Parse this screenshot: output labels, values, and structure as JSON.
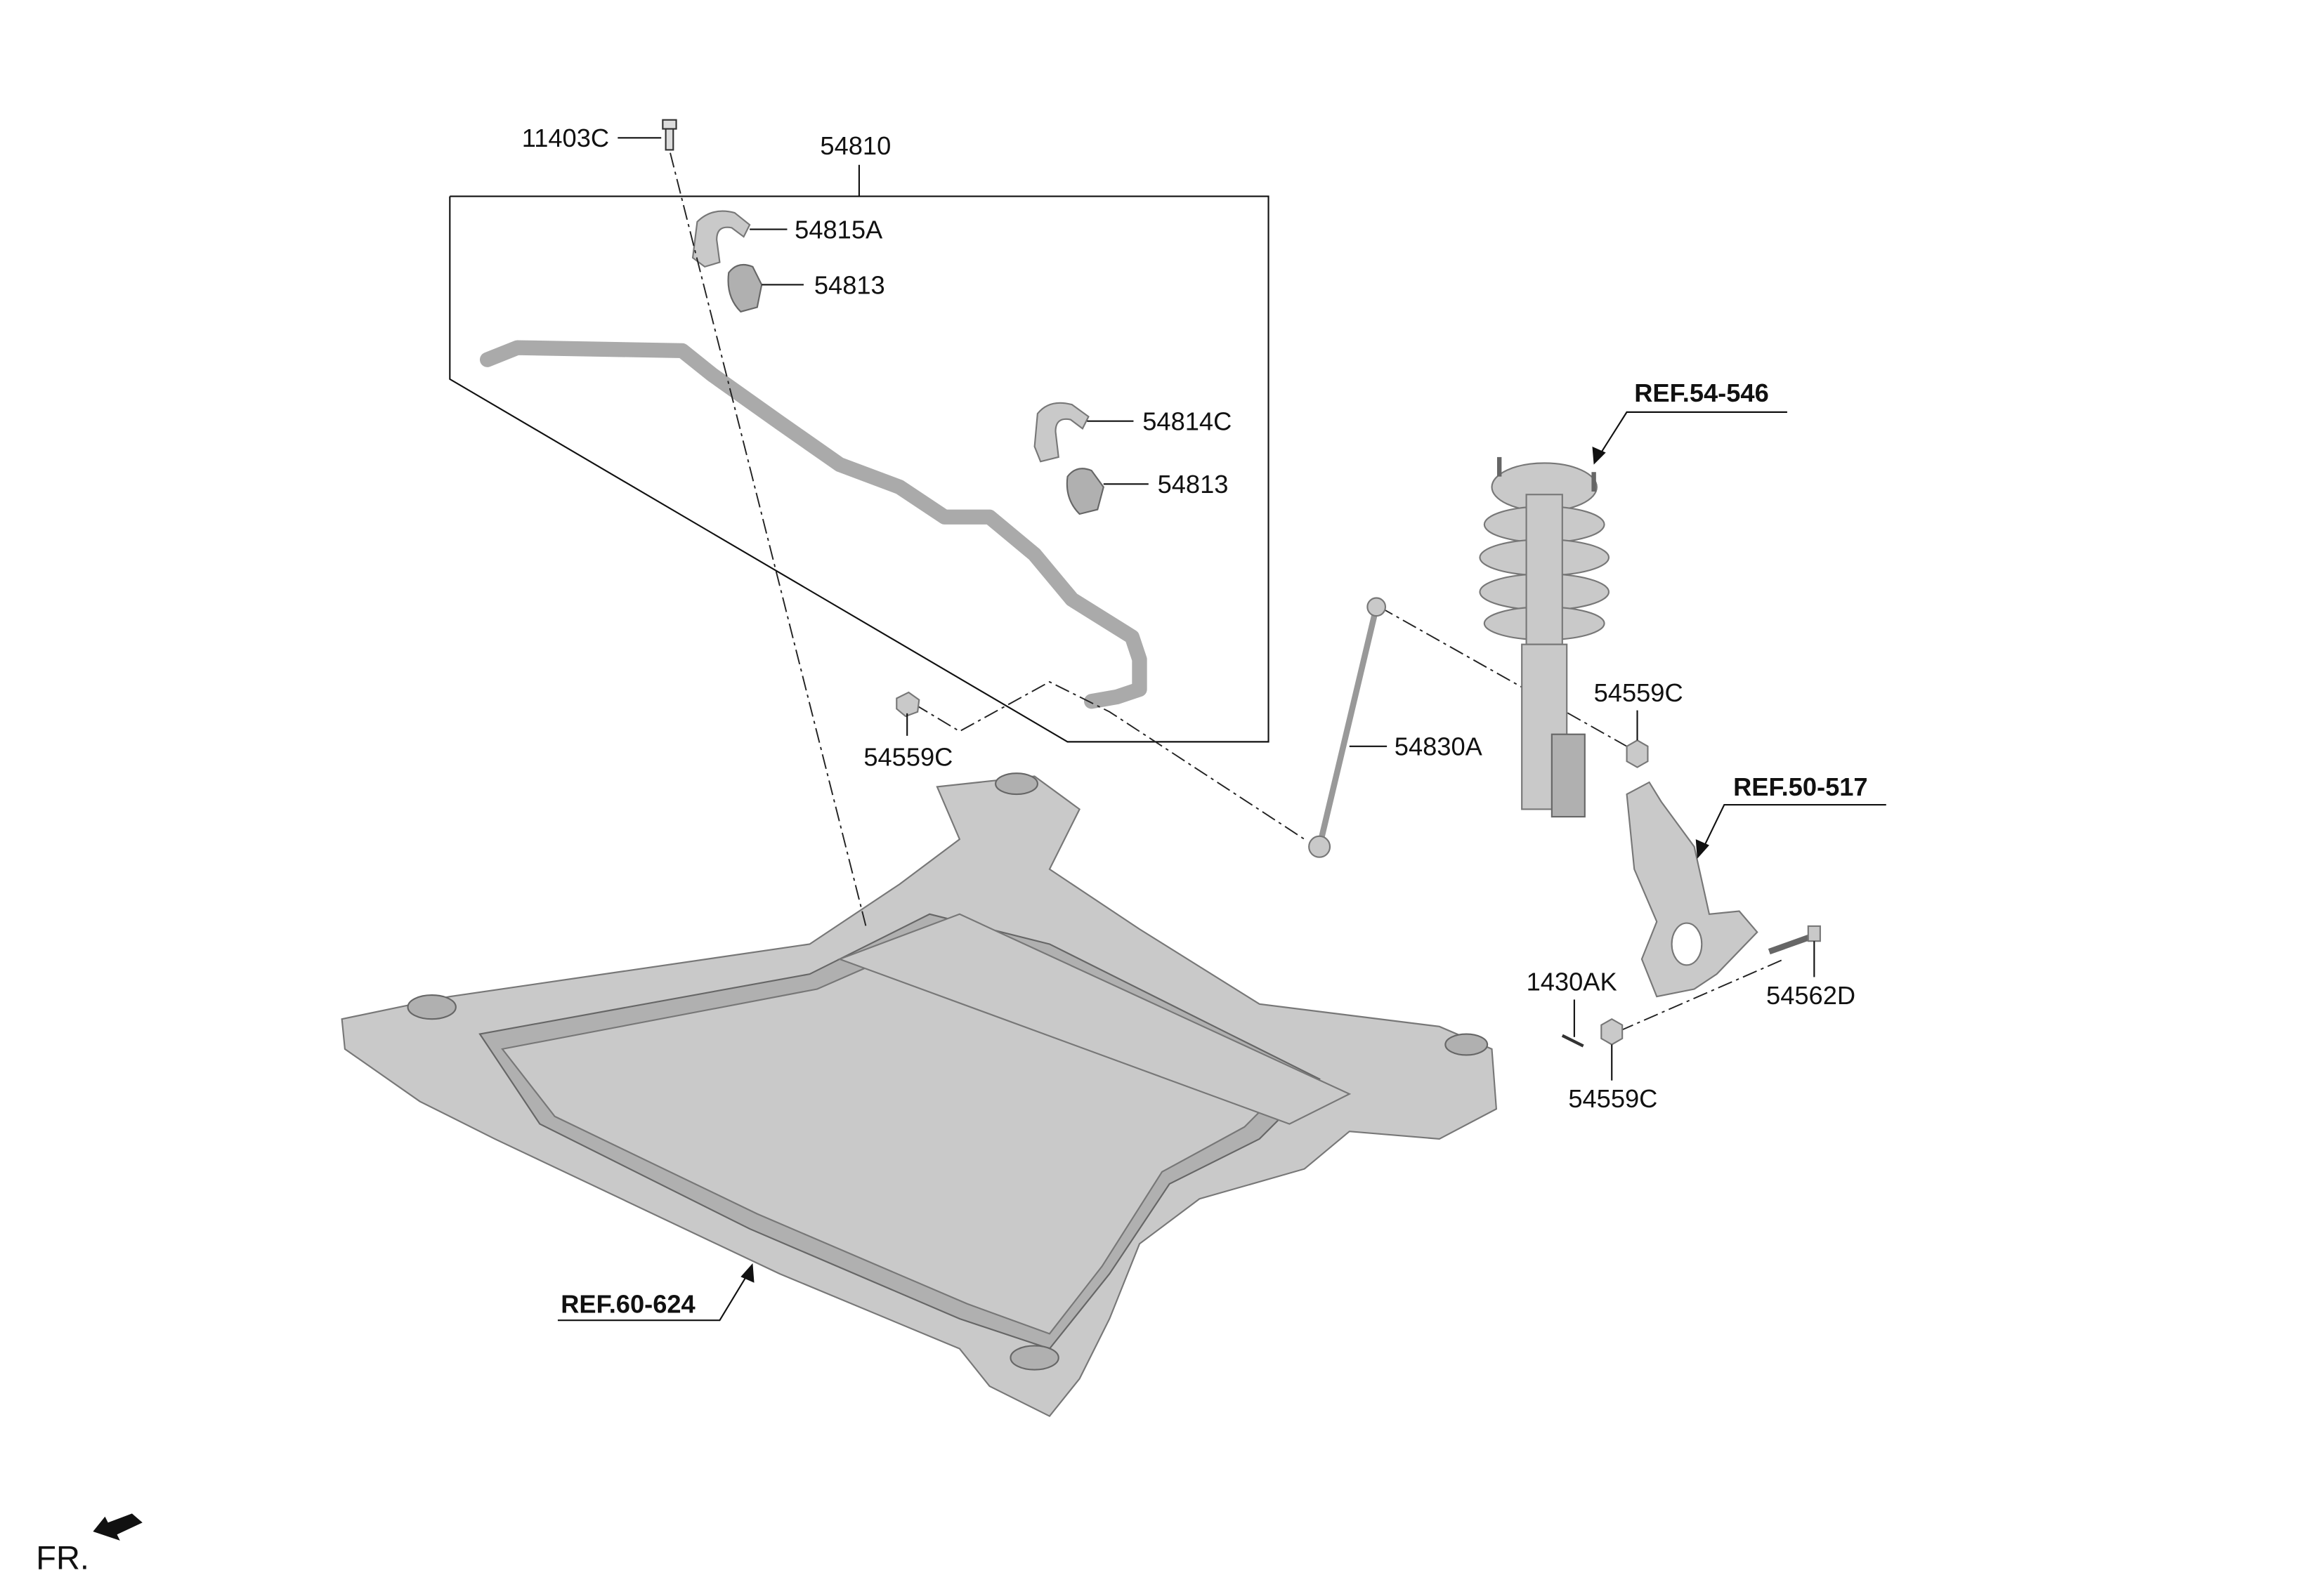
{
  "labels": {
    "bolt_11403C": "11403C",
    "stabilizer_assembly": "54810",
    "bracket_54815A": "54815A",
    "bushing_upper": "54813",
    "bracket_54814C": "54814C",
    "bushing_lower": "54813",
    "nut_left": "54559C",
    "link_54830A": "54830A",
    "nut_strut": "54559C",
    "pin_1430AK": "1430AK",
    "bolt_54562D": "54562D",
    "nut_knuckle": "54559C"
  },
  "references": {
    "strut": "REF.54-546",
    "knuckle": "REF.50-517",
    "subframe": "REF.60-624"
  },
  "orientation": {
    "label": "FR."
  }
}
